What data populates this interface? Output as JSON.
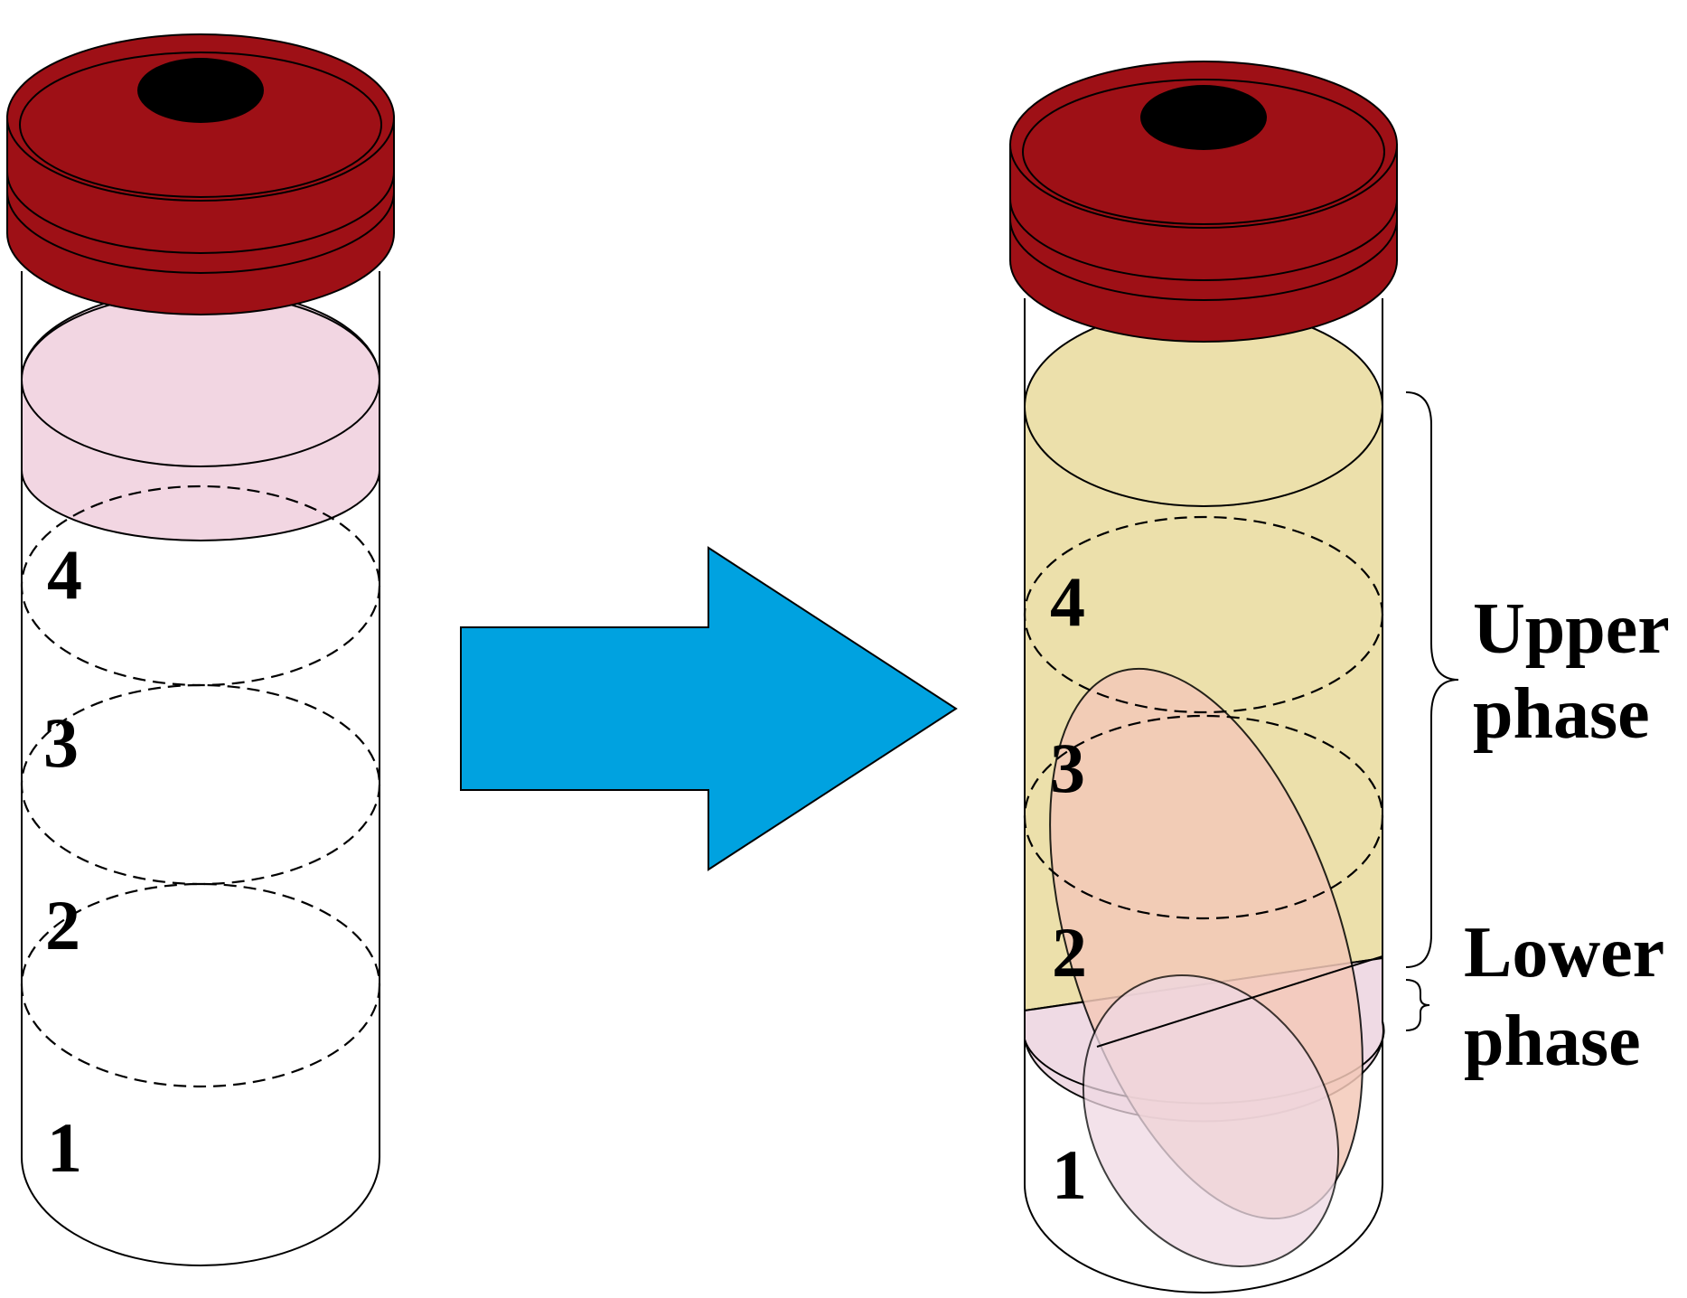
{
  "colors": {
    "cap": "#9e1016",
    "cap_hole": "#000000",
    "arrow": "#00a2e0",
    "pink_liquid": "#f2d6e2",
    "upper_phase": "#ece0ab",
    "lower_phase": "#f4c9b9",
    "strip_bottom": "#efd9e3"
  },
  "left_vial": {
    "levels": [
      "4",
      "3",
      "2",
      "1"
    ]
  },
  "right_vial": {
    "levels": [
      "4",
      "3",
      "2",
      "1"
    ],
    "labels": {
      "upper": [
        "Upper",
        "phase"
      ],
      "lower": [
        "Lower",
        "phase"
      ]
    }
  }
}
